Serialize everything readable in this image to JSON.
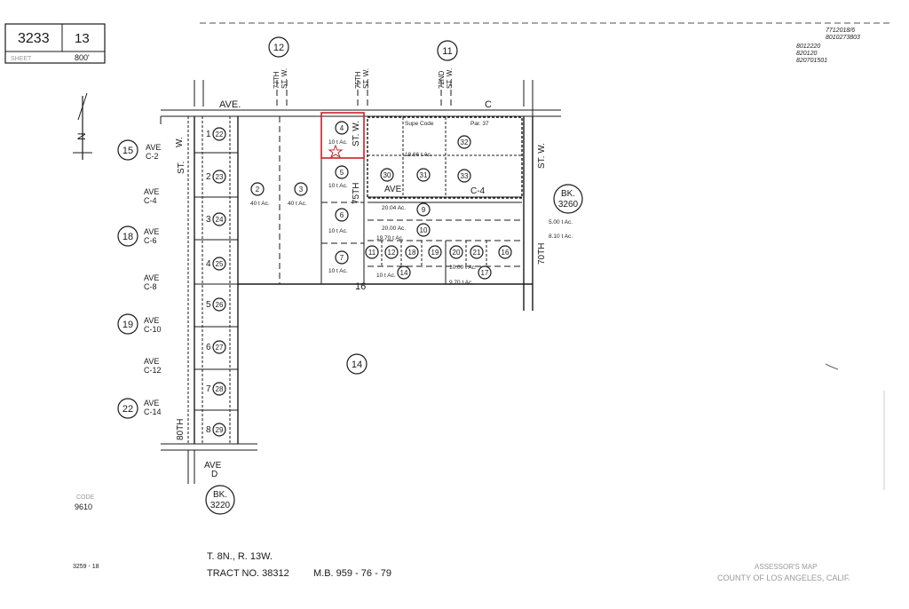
{
  "header": {
    "book": "3233",
    "page": "13",
    "sheet": "SHEET",
    "scale": "800'",
    "dates": [
      "7712018/6",
      "8010273803"
    ],
    "revision_codes": [
      "8012220",
      "820120",
      "820701501"
    ]
  },
  "circled_sheets": {
    "top": [
      "12",
      "11"
    ],
    "left": [
      "15",
      "18",
      "19",
      "22"
    ]
  },
  "streets": {
    "top_ave": "AVE.",
    "top_c": "C",
    "st77": [
      "77TH",
      "ST. W."
    ],
    "st75_top": [
      "75TH",
      "ST. W."
    ],
    "st72": [
      "72ND",
      "ST. W."
    ],
    "st75_mid": "ST. W.",
    "seventyfifth": "75TH",
    "ave_mid": "AVE",
    "c4_right": "C-4",
    "st70": "70TH",
    "stw_right": "ST. W.",
    "left_w": "W.",
    "left_st": "ST.",
    "st80": "80TH",
    "ave_d": [
      "AVE",
      "D"
    ],
    "left_aves": [
      [
        "AVE",
        "C-2"
      ],
      [
        "AVE",
        "C-4"
      ],
      [
        "AVE",
        "C-6"
      ],
      [
        "AVE",
        "C-8"
      ],
      [
        "AVE",
        "C-10"
      ],
      [
        "AVE",
        "C-12"
      ],
      [
        "AVE",
        "C-14"
      ]
    ]
  },
  "book_refs": [
    {
      "label": "BK.",
      "number": "3260"
    },
    {
      "label": "BK.",
      "number": "3220"
    }
  ],
  "parcels": {
    "strip": [
      "22",
      "23",
      "24",
      "25",
      "26",
      "27",
      "28",
      "29"
    ],
    "strip_lots": [
      "1",
      "2",
      "3",
      "4",
      "5",
      "6",
      "7",
      "8"
    ],
    "big": [
      "2",
      "3"
    ],
    "col": [
      "4",
      "5",
      "6",
      "7"
    ],
    "east": [
      "30",
      "31",
      "32",
      "33",
      "9",
      "10",
      "11",
      "12",
      "18",
      "19",
      "20",
      "21",
      "16",
      "17",
      "14"
    ],
    "section_16": "16",
    "section_14": "14"
  },
  "acreage": {
    "ac40": "40 t Ac.",
    "ac10": "10 t Ac.",
    "ac20_1": "20.04 Ac.",
    "ac20_2": "20.00 Ac.",
    "ac19": "19.70 t Ac.",
    "ac5": "5.00 t Ac.",
    "ac8": "8.10 t Ac.",
    "ac10b": "10.00 t Ac.",
    "ac9": "9.70 t Ac.",
    "ac18": "18.66 t Ac.",
    "par37": "Par. 37",
    "supe": "Supe Code"
  },
  "footer": {
    "township": "T. 8N., R. 13W.",
    "tract_label": "TRACT NO. 38312",
    "mb": "M.B.  959  -  76  -  79",
    "code": "3259 - 18",
    "side_code_top": "CODE",
    "side_code": "9610",
    "office1": "ASSESSOR'S MAP",
    "office2": "COUNTY OF LOS ANGELES, CALIF."
  },
  "north": "N",
  "highlight_color": "#c8202a"
}
